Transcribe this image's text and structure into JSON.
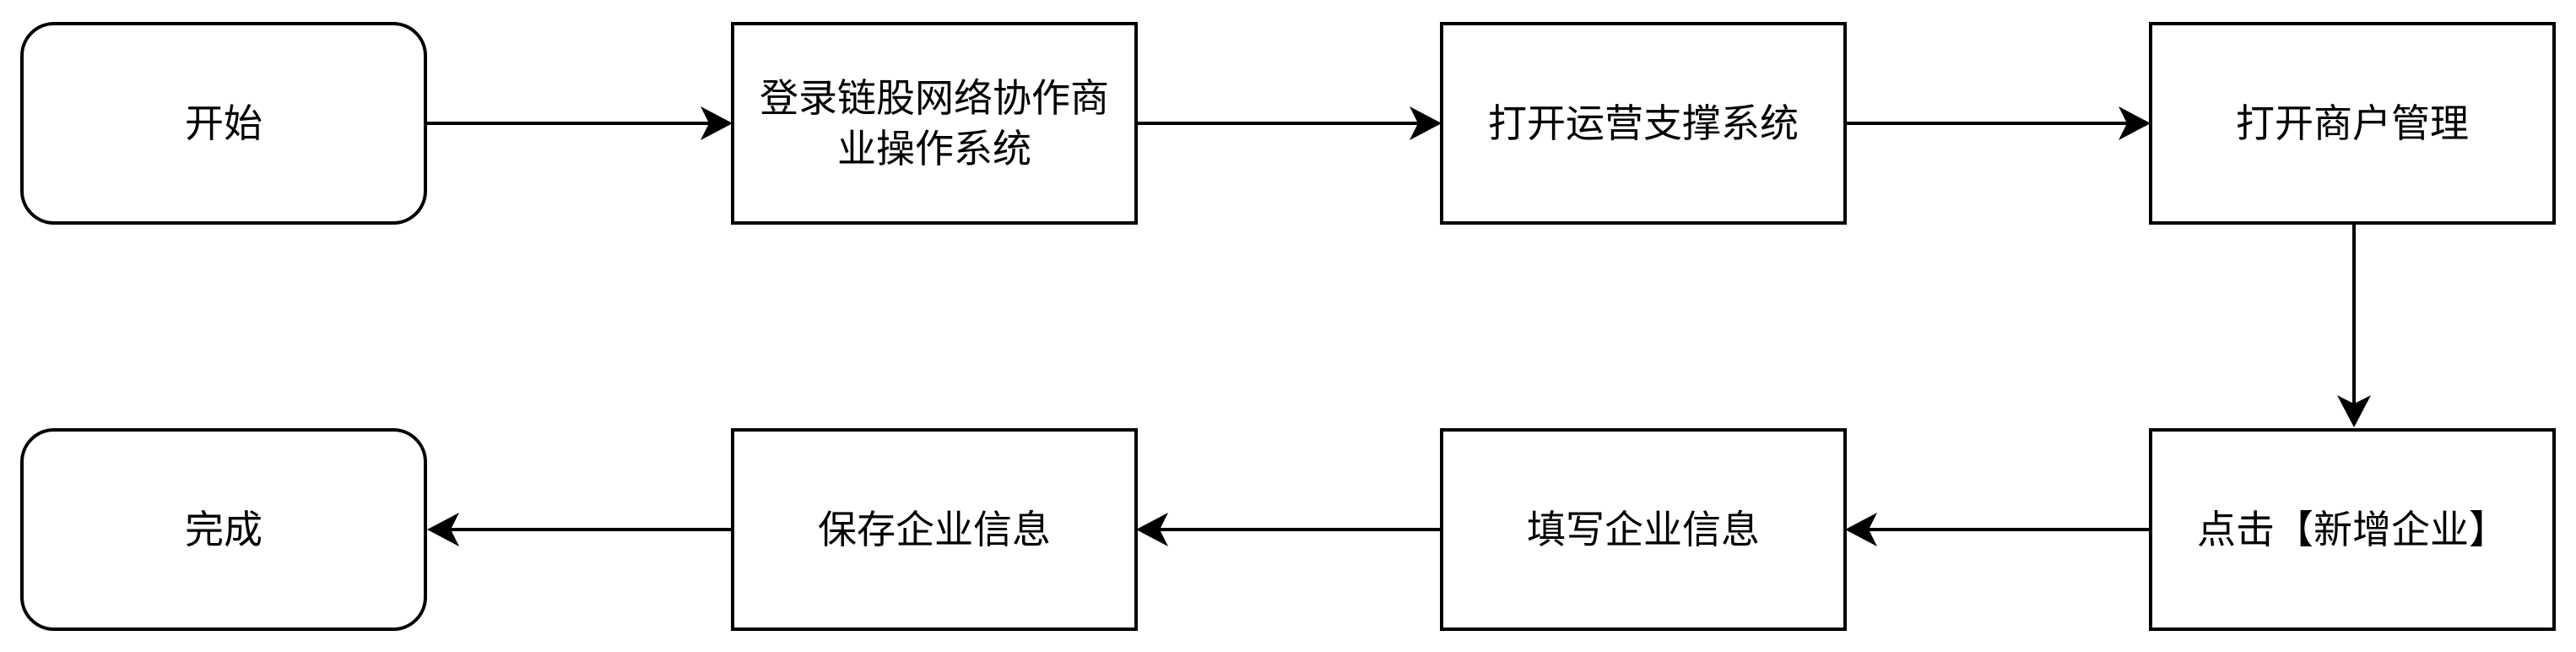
{
  "diagram": {
    "type": "flowchart",
    "nodes": [
      {
        "id": "start",
        "label": "开始",
        "shape": "rounded-rect"
      },
      {
        "id": "login",
        "label": "登录链股网络协作商业操作系统",
        "shape": "rect"
      },
      {
        "id": "open_ops",
        "label": "打开运营支撑系统",
        "shape": "rect"
      },
      {
        "id": "open_merchant",
        "label": "打开商户管理",
        "shape": "rect"
      },
      {
        "id": "click_new",
        "label": "点击【新增企业】",
        "shape": "rect"
      },
      {
        "id": "fill_info",
        "label": "填写企业信息",
        "shape": "rect"
      },
      {
        "id": "save_info",
        "label": "保存企业信息",
        "shape": "rect"
      },
      {
        "id": "done",
        "label": "完成",
        "shape": "rounded-rect"
      }
    ],
    "edges": [
      {
        "from": "start",
        "to": "login"
      },
      {
        "from": "login",
        "to": "open_ops"
      },
      {
        "from": "open_ops",
        "to": "open_merchant"
      },
      {
        "from": "open_merchant",
        "to": "click_new"
      },
      {
        "from": "click_new",
        "to": "fill_info"
      },
      {
        "from": "fill_info",
        "to": "save_info"
      },
      {
        "from": "save_info",
        "to": "done"
      }
    ]
  }
}
